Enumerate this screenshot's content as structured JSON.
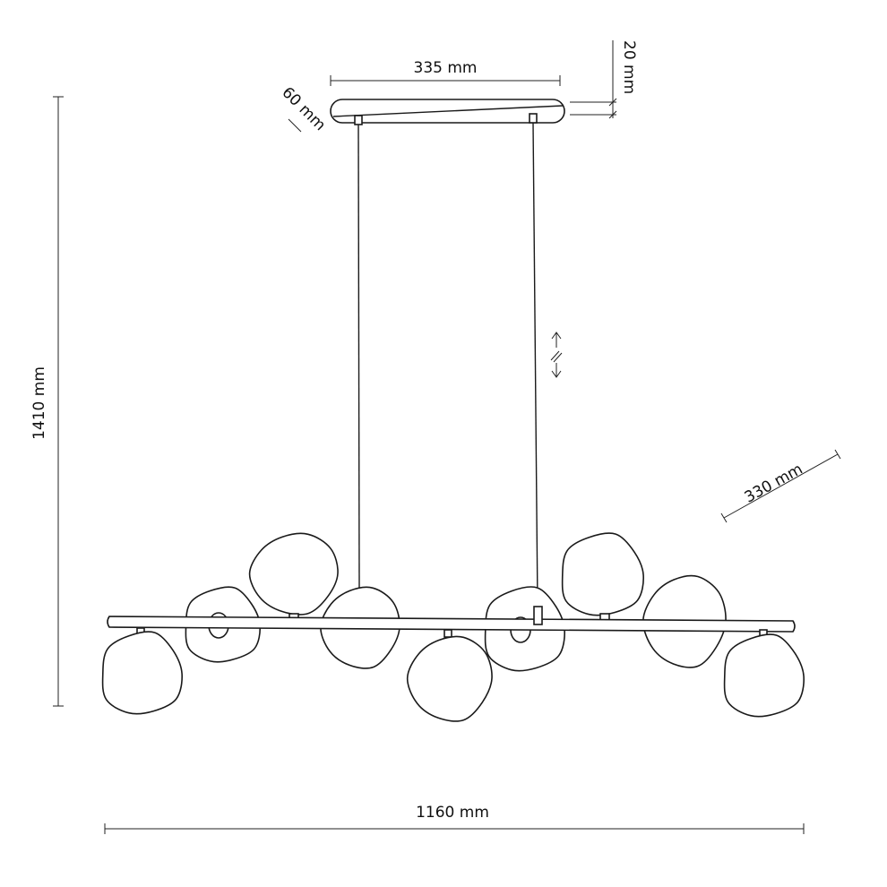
{
  "dimensions": {
    "canopy_length": "335 mm",
    "canopy_height": "20 mm",
    "canopy_width": "60 mm",
    "total_height": "1410 mm",
    "globe_size": "330 mm",
    "total_length": "1160 mm"
  },
  "icons": {
    "adjustable_height": "adjustable-cable-arrows-icon"
  }
}
